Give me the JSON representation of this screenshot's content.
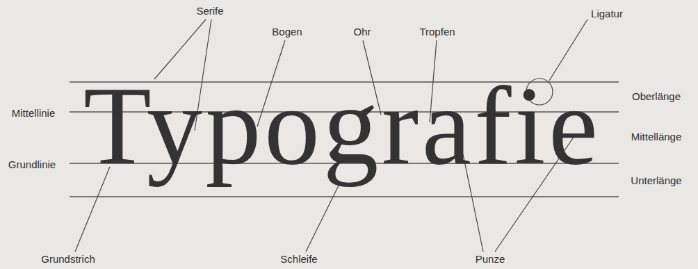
{
  "diagram": {
    "labels": [
      "Serife",
      "Bogen",
      "Ohr",
      "Tropfen",
      "Ligatur",
      "Mittellinie",
      "Oberlänge",
      "Typografie",
      "Mittellänge",
      "Grundlinie",
      "Unterlänge",
      "Grundstrich",
      "Schleife",
      "Punze"
    ]
  }
}
